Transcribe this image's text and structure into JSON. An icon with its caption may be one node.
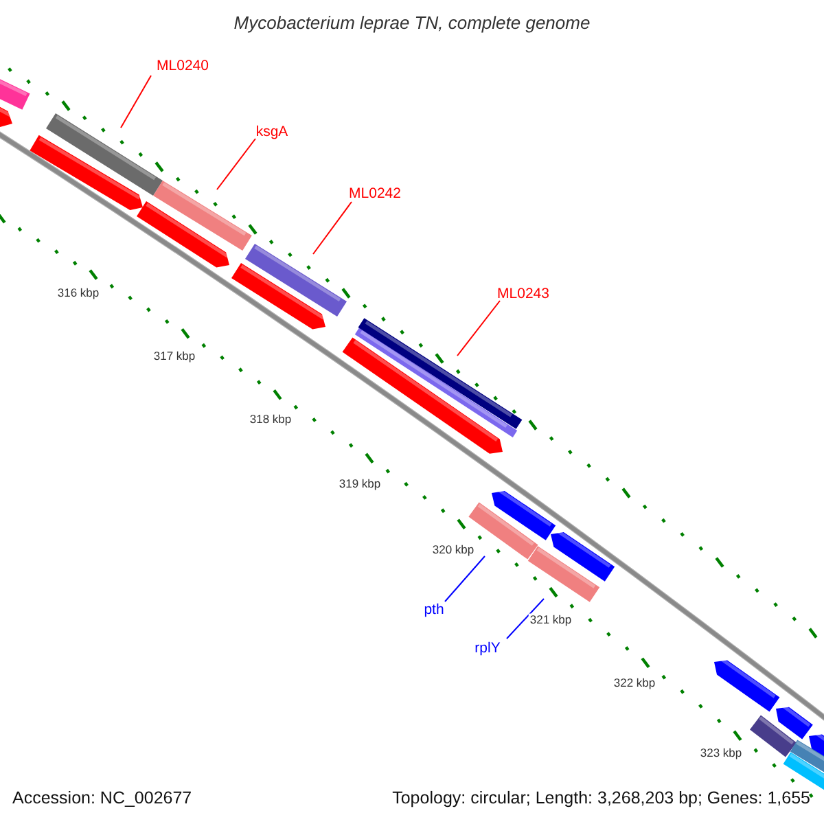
{
  "diagram": {
    "title": "Mycobacterium leprae TN, complete genome",
    "nodes": [
      {
        "text": [
          "ML0240"
        ]
      },
      {
        "text": [],
        "shape": "bar"
      },
      {
        "text": [
          "ksgA"
        ]
      },
      {
        "text": [],
        "shape": "bar"
      },
      {
        "text": [
          "ML0242"
        ]
      },
      {
        "text": [],
        "shape": "bar"
      },
      {
        "text": [
          "ML0243"
        ]
      },
      {
        "text": [],
        "shape": "bar"
      },
      {
        "text": [
          "pth"
        ]
      },
      {
        "text": [],
        "shape": "bar"
      },
      {
        "text": [
          "rplY"
        ]
      },
      {
        "text": [],
        "shape": "bar"
      }
    ],
    "edges": [
      {
        "from": 0,
        "to": 1,
        "arrow": "none"
      },
      {
        "from": 2,
        "to": 3,
        "arrow": "none"
      },
      {
        "from": 4,
        "to": 5,
        "arrow": "none"
      },
      {
        "from": 6,
        "to": 7,
        "arrow": "none"
      },
      {
        "from": 8,
        "to": 9,
        "arrow": "none",
        "color": "#0000ff"
      },
      {
        "from": 10,
        "to": 11,
        "arrow": "none",
        "color": "#0000ff"
      }
    ],
    "labels": [
      "316 kbp",
      "317 kbp",
      "318 kbp",
      "319 kbp",
      "320 kbp",
      "321 kbp",
      "322 kbp",
      "323 kbp",
      "Accession: NC_002677",
      "Topology: circular; Length: 3,268,203 bp; Genes: 1,655"
    ]
  }
}
